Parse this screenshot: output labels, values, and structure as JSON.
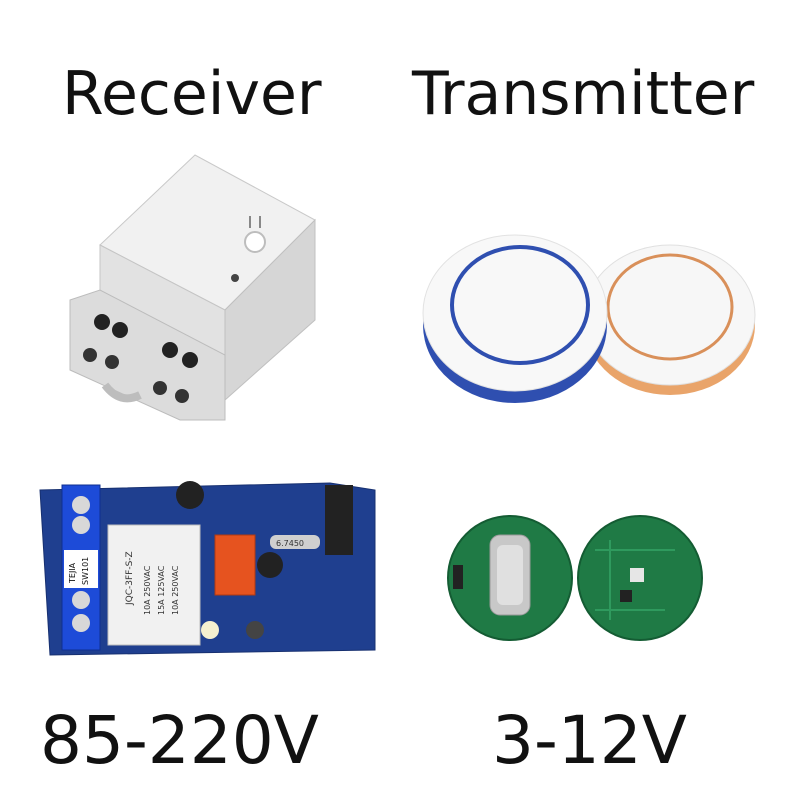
{
  "labels": {
    "receiver": "Receiver",
    "transmitter": "Transmitter",
    "receiver_voltage": "85-220V",
    "transmitter_voltage": "3-12V"
  },
  "pcb_marks": {
    "relay_brand": "TEJIA",
    "relay_model": "SW101",
    "relay_text_1": "10A 250VAC",
    "relay_text_2": "15A 125VAC",
    "relay_text_3": "10A 250VAC",
    "relay_part": "JQC-3FF-S-Z",
    "crystal": "6.7450"
  },
  "colors": {
    "receiver_body": "#eeeeee",
    "pcb_blue": "#1f3f8f",
    "pcb_green": "#1f7a45",
    "ring_blue": "#2f4fb0",
    "ring_orange": "#e89a5a"
  }
}
